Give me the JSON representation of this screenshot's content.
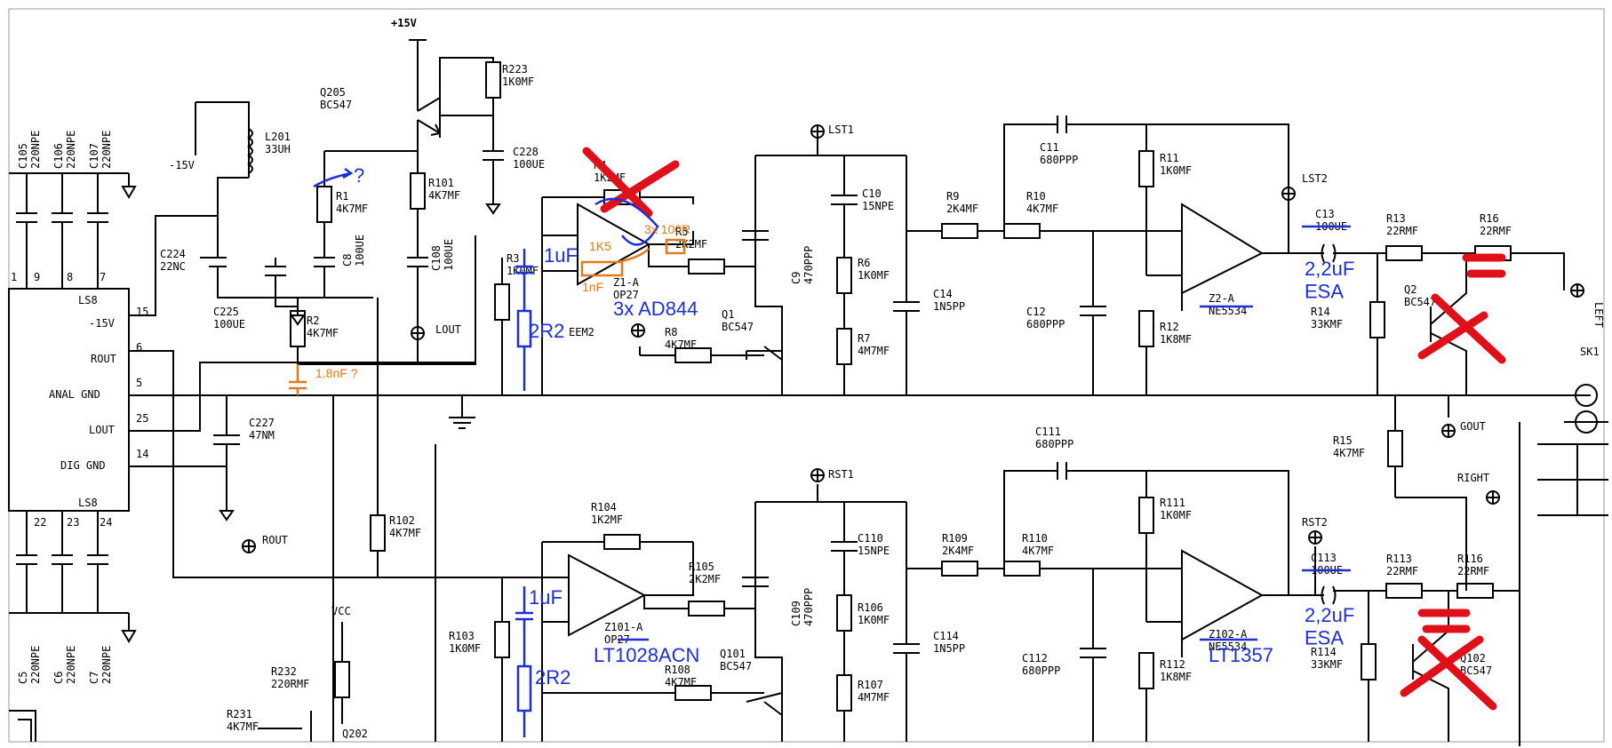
{
  "connector": {
    "name_top": "LS8",
    "name_bottom": "LS8",
    "pins": [
      {
        "num": "15",
        "label": "-15V"
      },
      {
        "num": "6",
        "label": "ROUT"
      },
      {
        "num": "5",
        "label": "ANAL GND"
      },
      {
        "num": "25",
        "label": "LOUT"
      },
      {
        "num": "14",
        "label": "DIG GND"
      }
    ],
    "top_pins": [
      "1",
      "9",
      "8",
      "7"
    ],
    "bottom_pins": [
      "22",
      "23",
      "24"
    ]
  },
  "components": {
    "top_caps": [
      "C105\n220NPE",
      "C106\n220NPE",
      "C107\n220NPE"
    ],
    "bottom_caps": [
      "C5\n220NPE",
      "C6\n220NPE",
      "C7\n220NPE"
    ],
    "supply_plus": "+15V",
    "supply_minus": "-15V",
    "q205": "Q205\nBC547",
    "l201": "L201\n33UH",
    "r223": "R223\n1K0MF",
    "c228": "C228\n100UE",
    "r1": "R1\n4K7MF",
    "r101": "R101\n4K7MF",
    "c8": "C8\n100UE",
    "c108": "C108\n100UE",
    "c224": "C224\n22NC",
    "c225": "C225\n100UE",
    "r2": "R2\n4K7MF",
    "lout": "LOUT",
    "rout": "ROUT",
    "c227": "C227\n47NM",
    "r102": "R102\n4K7MF",
    "vcc": "VCC",
    "r232": "R232\n220RMF",
    "r231": "R231\n4K7MF",
    "q202": "Q202",
    "r4": "R4\n1K2MF",
    "r3": "R3\n1K0MF",
    "z1": "Z1-A\nOP27",
    "r5": "R5\n2K2MF",
    "eem2": "EEM2",
    "r8": "R8\n4K7MF",
    "q1": "Q1\nBC547",
    "lst1": "LST1",
    "c9": "C9\n470PPP",
    "c10": "C10\n15NPE",
    "r6": "R6\n1K0MF",
    "r7": "R7\n4M7MF",
    "r9": "R9\n2K4MF",
    "r10": "R10\n4K7MF",
    "c14": "C14\n1N5PP",
    "c11": "C11\n680PPP",
    "c12": "C12\n680PPP",
    "r11": "R11\n1K0MF",
    "r12": "R12\n1K8MF",
    "z2": "Z2-A\nNE5534",
    "lst2": "LST2",
    "c13": "C13\n100UE",
    "r13": "R13\n22RMF",
    "r16": "R16\n22RMF",
    "r14": "R14\n33KMF",
    "q2": "Q2\nBC547",
    "left": "LEFT",
    "sk1": "SK1",
    "gout": "GOUT",
    "r15": "R15\n4K7MF",
    "right": "RIGHT",
    "r104": "R104\n1K2MF",
    "r103": "R103\n1K0MF",
    "z101": "Z101-A\nOP27",
    "r105": "R105\n2K2MF",
    "r108": "R108\n4K7MF",
    "q101": "Q101\nBC547",
    "rst1": "RST1",
    "c109": "C109\n470PPP",
    "c110": "C110\n15NPE",
    "r106": "R106\n1K0MF",
    "r107": "R107\n4M7MF",
    "r109": "R109\n2K4MF",
    "r110": "R110\n4K7MF",
    "c114": "C114\n1N5PP",
    "c111": "C111\n680PPP",
    "c112": "C112\n680PPP",
    "r111": "R111\n1K0MF",
    "r112": "R112\n1K8MF",
    "z102": "Z102-A\nNE5534",
    "rst2": "RST2",
    "c113": "C113\n100UE",
    "r113": "R113\n22RMF",
    "r116": "R116\n22RMF",
    "r114": "R114\n33KMF",
    "q102": "Q102\nBC547"
  },
  "annotations": {
    "q_mark": "?",
    "c_1n8": "1.8nF ?",
    "uF1_top": "1uF",
    "r2r2_top": "2R2",
    "k15": "1K5",
    "nf1": "1nF",
    "x3_100r": "3x 100R",
    "x3_ad844": "3x AD844",
    "esa_top": "2,2uF\nESA",
    "uF1_bot": "1uF",
    "r2r2_bot": "2R2",
    "lt1028": "LT1028ACN",
    "lt1357": "LT1357",
    "esa_bot": "2,2uF\nESA"
  },
  "colors": {
    "annotation_blue": "#1c2fd6",
    "annotation_orange": "#e07a1a",
    "annotation_red": "#e0101a"
  }
}
